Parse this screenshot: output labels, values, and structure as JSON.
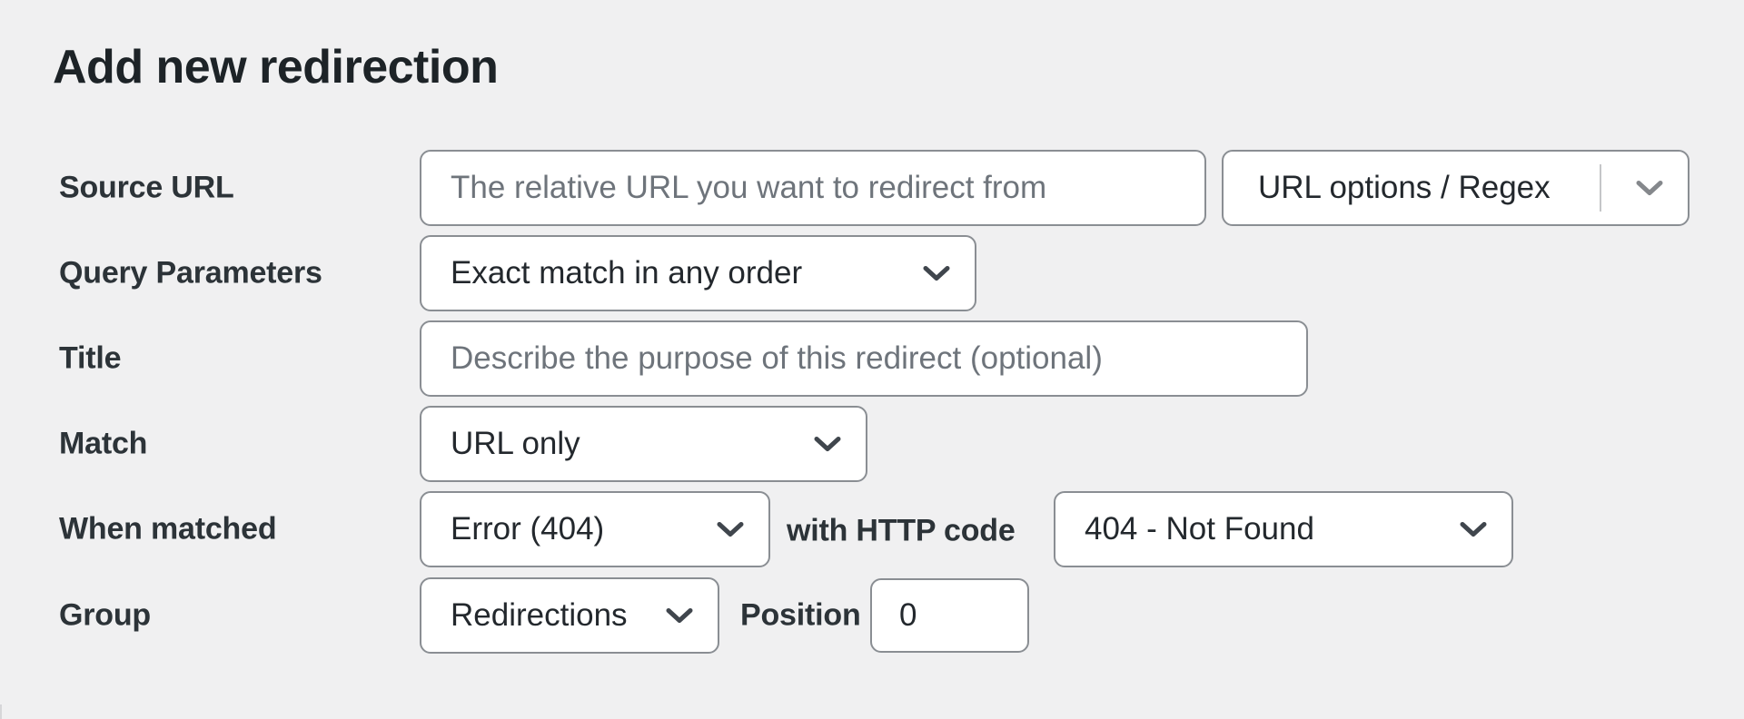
{
  "heading": "Add new redirection",
  "fields": {
    "source_url": {
      "label": "Source URL",
      "placeholder": "The relative URL you want to redirect from"
    },
    "url_options": {
      "button_label": "URL options / Regex"
    },
    "query_parameters": {
      "label": "Query Parameters",
      "selected": "Exact match in any order"
    },
    "title": {
      "label": "Title",
      "placeholder": "Describe the purpose of this redirect (optional)"
    },
    "match": {
      "label": "Match",
      "selected": "URL only"
    },
    "when_matched": {
      "label": "When matched",
      "selected": "Error (404)",
      "http_code_label": "with HTTP code",
      "http_code_selected": "404 - Not Found"
    },
    "group": {
      "label": "Group",
      "selected": "Redirections",
      "position_label": "Position",
      "position_value": "0"
    }
  },
  "colors": {
    "background": "#f0f0f1",
    "control_background": "#ffffff",
    "control_border": "#8a8e93",
    "heading_text": "#1d2327",
    "label_text": "#2c3338",
    "control_text": "#23282d",
    "placeholder_text": "#6e747b",
    "chevron": "#40464d",
    "button_chevron": "#85888c",
    "button_divider": "#c5c6c8"
  }
}
